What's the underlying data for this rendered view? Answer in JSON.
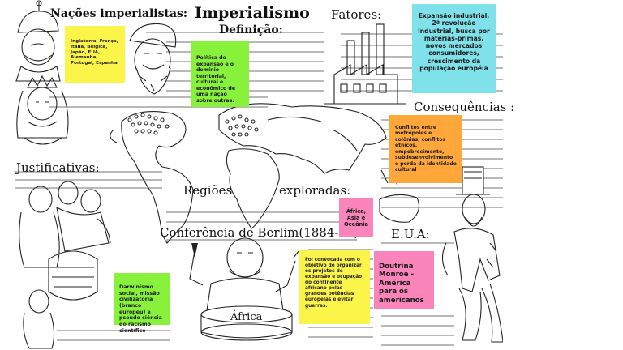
{
  "title": "Imperialismo",
  "sections": {
    "nacoes": "Nações imperialistas:",
    "definicao": "Definição:",
    "fatores": "Fatores:",
    "consequencias": "Consequências :",
    "justificativas": "Justificativas:",
    "regioes": "Regiões",
    "exploradas": "exploradas:",
    "conferencia": "Conferência de Berlim(1884-85):",
    "eua": "E.U.A:"
  },
  "notes": {
    "nacoes": "Inglaterra, França, Itália, Bélgica, Japão, EUA, Alemanha, Portugal, Espanha",
    "definicao": "Política de expansão e o domínio territorial, cultural e econômico de uma nação sobre outras.",
    "fatores": "Expansão industrial, 2ª revolução industrial, busca por matérias-primas, novos mercados consumidores, crescimento da população européia",
    "consequencias": "Conflitos entre metrópoles e colônias, conflitos étnicos, empobrecimento, subdesenvolvimento e perda da identidade cultural",
    "regioes": "África, Ásia e Oceânia",
    "justificativas": "Darwinismo social, missão civilizatória (branco europeu) e pseudo ciência do racismo científico",
    "conferencia": "Foi convocada com o objetivo de organizar os projetos de expansão e ocupação do continente africano pelas grandes potências europeias e evitar guerras.",
    "eua": "Doutrina Monroe - América para os americanos"
  },
  "cake_label": "África",
  "colors": {
    "yellow": "#fbf54a",
    "green": "#88f13b",
    "cyan": "#7fe1ea",
    "orange": "#ffa73a",
    "pink": "#f985ba",
    "yellow_note_text": "#222222"
  }
}
